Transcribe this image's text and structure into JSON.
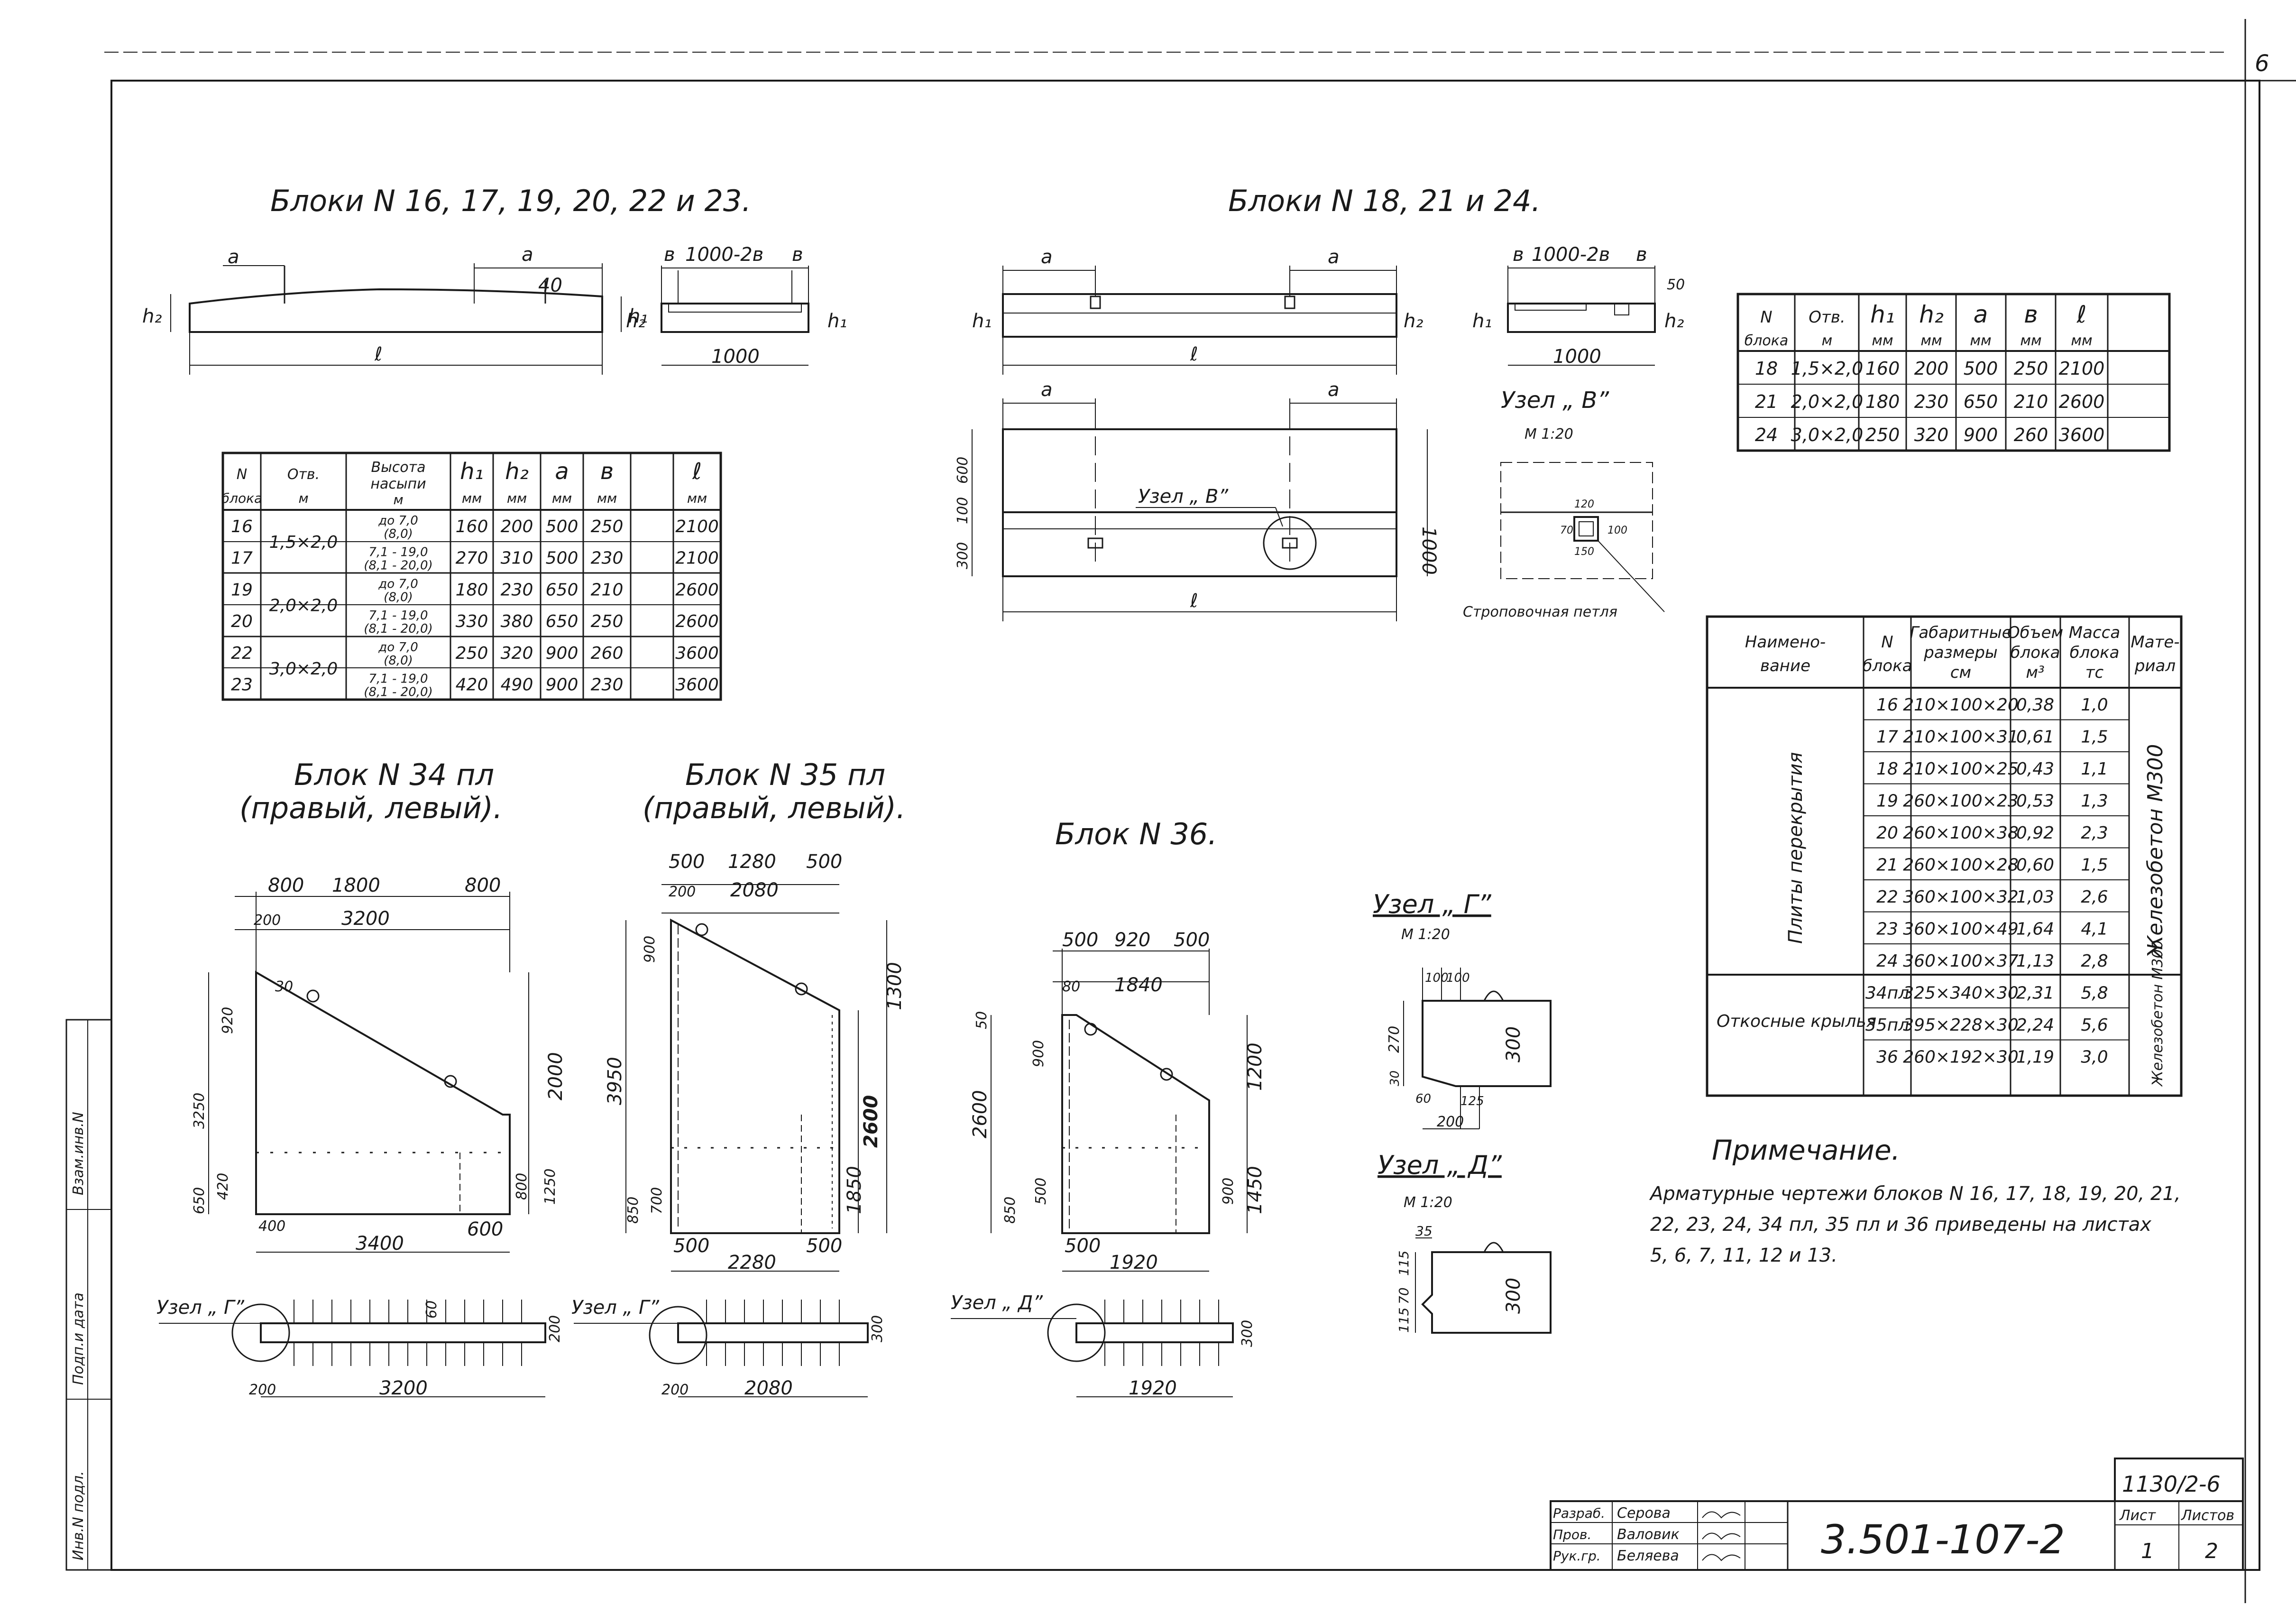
{
  "sheet": {
    "page_number": "6",
    "code_box": "1130/2-6"
  },
  "top_left": {
    "title": "Блоки N 16, 17, 19, 20, 22 и 23.",
    "elev": {
      "h2": "h₂",
      "a": "a",
      "h1": "h₁",
      "l": "ℓ",
      "a_left": "a",
      "pipe": "40"
    },
    "section": {
      "b": "в",
      "mid": "1000-2в",
      "b2": "в",
      "width": "1000",
      "h2": "h₂",
      "h1": "h₁"
    },
    "table": {
      "headers": [
        "N блока",
        "Отв. м",
        "Высота насыпи м",
        "h₁ мм",
        "h₂ мм",
        "a мм",
        "в мм",
        "ℓ мм"
      ],
      "rows": [
        [
          "16",
          "1,5×2,0",
          "до 7,0 (8,0)",
          "160",
          "200",
          "500",
          "250",
          "2100"
        ],
        [
          "17",
          "",
          "7,1 - 19,0 (8,1 - 20,0)",
          "270",
          "310",
          "500",
          "230",
          "2100"
        ],
        [
          "19",
          "2,0×2,0",
          "до 7,0 (8,0)",
          "180",
          "230",
          "650",
          "210",
          "2600"
        ],
        [
          "20",
          "",
          "7,1 - 19,0 (8,1 - 20,0)",
          "330",
          "380",
          "650",
          "250",
          "2600"
        ],
        [
          "22",
          "3,0×2,0",
          "до 7,0 (8,0)",
          "250",
          "320",
          "900",
          "260",
          "3600"
        ],
        [
          "23",
          "",
          "7,1 - 19,0 (8,1 - 20,0)",
          "420",
          "490",
          "900",
          "230",
          "3600"
        ]
      ]
    }
  },
  "top_right": {
    "title": "Блоки N 18, 21 и 24.",
    "elev": {
      "a1": "a",
      "a2": "a",
      "h1": "h₁",
      "h2": "h₂",
      "l": "ℓ"
    },
    "section": {
      "b": "в",
      "mid": "1000-2в",
      "b2": "в",
      "width": "1000",
      "h1": "h₁",
      "h2": "h₂",
      "d": "50"
    },
    "plan": {
      "a1": "a",
      "a2": "a",
      "d600": "600",
      "d100": "100",
      "d300": "300",
      "d1000": "1000",
      "l": "ℓ",
      "node_callout": "Узел „ В”"
    },
    "node_b": {
      "title": "Узел „ В”",
      "scale": "М 1:20",
      "d120": "120",
      "d70": "70",
      "d100": "100",
      "d150": "150",
      "loop_label": "Строповочная петля"
    },
    "table": {
      "headers": [
        "N блока",
        "Отв. м",
        "h₁ мм",
        "h₂ мм",
        "a мм",
        "в мм",
        "ℓ мм"
      ],
      "rows": [
        [
          "18",
          "1,5×2,0",
          "160",
          "200",
          "500",
          "250",
          "2100"
        ],
        [
          "21",
          "2,0×2,0",
          "180",
          "230",
          "650",
          "210",
          "2600"
        ],
        [
          "24",
          "3,0×2,0",
          "250",
          "320",
          "900",
          "260",
          "3600"
        ]
      ]
    }
  },
  "summary_table": {
    "headers": [
      "Наименование",
      "N блока",
      "Габаритные размеры см",
      "Объем блока м³",
      "Масса блока тс",
      "Материал"
    ],
    "group1": "Плиты перекрытия",
    "group2": "Откосные крылья",
    "material1": "Железобетон М300",
    "material2": "Железобетон М300",
    "rows": [
      [
        "16",
        "210×100×20",
        "0,38",
        "1,0"
      ],
      [
        "17",
        "210×100×31",
        "0,61",
        "1,5"
      ],
      [
        "18",
        "210×100×25",
        "0,43",
        "1,1"
      ],
      [
        "19",
        "260×100×23",
        "0,53",
        "1,3"
      ],
      [
        "20",
        "260×100×38",
        "0,92",
        "2,3"
      ],
      [
        "21",
        "260×100×28",
        "0,60",
        "1,5"
      ],
      [
        "22",
        "360×100×32",
        "1,03",
        "2,6"
      ],
      [
        "23",
        "360×100×49",
        "1,64",
        "4,1"
      ],
      [
        "24",
        "360×100×37",
        "1,13",
        "2,8"
      ],
      [
        "34пл",
        "325×340×30",
        "2,31",
        "5,8"
      ],
      [
        "35пл",
        "395×228×30",
        "2,24",
        "5,6"
      ],
      [
        "36",
        "260×192×30",
        "1,19",
        "3,0"
      ]
    ]
  },
  "block34": {
    "title1": "Блок N 34 пл",
    "title2": "(правый, левый).",
    "d800a": "800",
    "d1800": "1800",
    "d800b": "800",
    "d200": "200",
    "d3200": "3200",
    "d920": "920",
    "d3250": "3250",
    "d650": "650",
    "d420": "420",
    "d400": "400",
    "d2000": "2000",
    "d800c": "800",
    "d1250": "1250",
    "d600": "600",
    "d3400": "3400",
    "d30": "30",
    "node": "Узел „ Г”",
    "d60": "60",
    "d200b": "200",
    "d3200b": "3200",
    "d200c": "200"
  },
  "block35": {
    "title1": "Блок N 35 пл",
    "title2": "(правый, левый).",
    "d500a": "500",
    "d1280": "1280",
    "d500b": "500",
    "d200": "200",
    "d2080": "2080",
    "d900": "900",
    "d3950": "3950",
    "d850": "850",
    "d700": "700",
    "d500c": "500",
    "d1300": "1300",
    "d2600": "2600",
    "d1850": "1850",
    "d500d": "500",
    "d2280": "2280",
    "node": "Узел „ Г”",
    "d300": "300",
    "d200b": "200",
    "d2080b": "2080"
  },
  "block36": {
    "title": "Блок N 36.",
    "d500a": "500",
    "d920": "920",
    "d500b": "500",
    "d80": "80",
    "d1840": "1840",
    "d50": "50",
    "d900": "900",
    "d2600": "2600",
    "d850": "850",
    "d500c": "500",
    "d1200": "1200",
    "d900b": "900",
    "d1450": "1450",
    "d500d": "500",
    "d1920": "1920",
    "node": "Узел „ Д”",
    "d300": "300",
    "d1920b": "1920"
  },
  "node_g": {
    "title": "Узел „ Г”",
    "scale": "М 1:20",
    "d100a": "100",
    "d100b": "100",
    "d270": "270",
    "d30": "30",
    "d60": "60",
    "d125": "125",
    "d200": "200",
    "d300": "300"
  },
  "node_d": {
    "title": "Узел „ Д”",
    "scale": "М 1:20",
    "d35": "35",
    "d115a": "115",
    "d70": "70",
    "d115b": "115",
    "d300": "300"
  },
  "note": {
    "title": "Примечание.",
    "lines": [
      "Арматурные чертежи блоков N 16, 17, 18, 19, 20, 21,",
      "22, 23, 24, 34 пл, 35 пл и 36 приведены на листах",
      "5, 6, 7, 11, 12 и 13."
    ]
  },
  "title_block": {
    "roles": [
      "Разраб.",
      "Пров.",
      "Рук.гр."
    ],
    "names": [
      "Серова",
      "Валовик",
      "Беляева"
    ],
    "doc_code": "3.501-107-2",
    "sheet_label": "Лист",
    "sheets_label": "Листов",
    "sheet_value": "1",
    "sheets_value": "2"
  },
  "margin_stamp": {
    "labels": [
      "Взам.инв.N",
      "Подп.и дата",
      "Инв.N подл."
    ]
  }
}
